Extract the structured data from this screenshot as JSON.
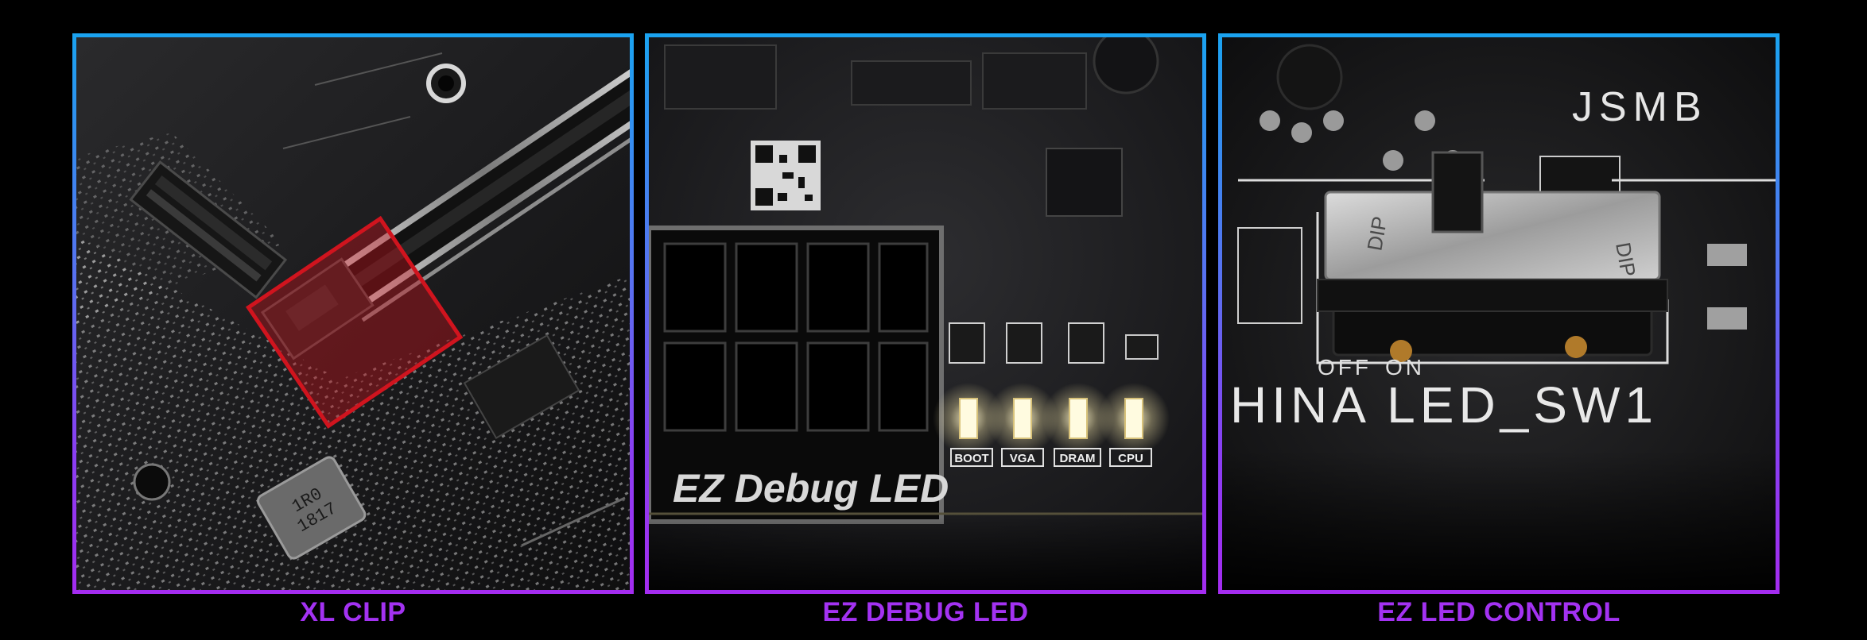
{
  "features": [
    {
      "caption": "XL CLIP",
      "image": {
        "description_icon": "pcie-slot-clip-photo",
        "markings": [
          "1R0",
          "1817"
        ]
      }
    },
    {
      "caption": "EZ DEBUG LED",
      "image": {
        "description_icon": "debug-led-photo",
        "board_text": "EZ Debug LED",
        "leds": [
          "BOOT",
          "VGA",
          "DRAM",
          "CPU"
        ]
      }
    },
    {
      "caption": "EZ LED CONTROL",
      "image": {
        "description_icon": "led-switch-photo",
        "board_text": "JSMB",
        "switch_labels": [
          "OFF",
          "ON"
        ],
        "silkscreen": "HINA LED_SW1",
        "switch_marking": "DIP"
      }
    }
  ],
  "colors": {
    "border_top": "#1aa3f0",
    "border_bottom": "#a42cf0",
    "caption": "#a332f2",
    "highlight": "#c0141c",
    "background": "#000000"
  }
}
